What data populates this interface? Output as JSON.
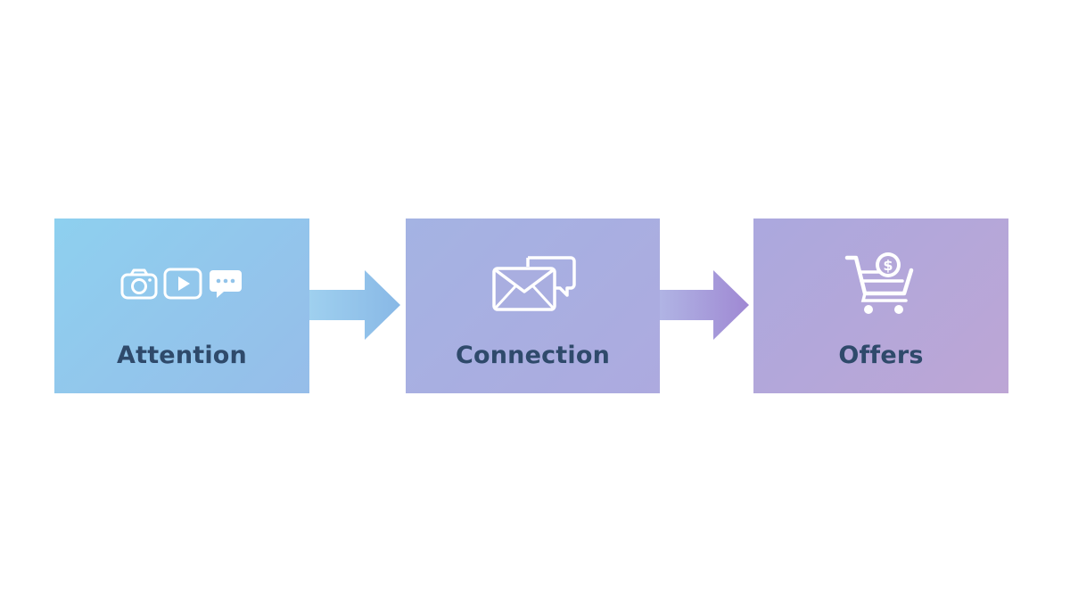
{
  "steps": [
    {
      "label": "Attention",
      "icons": [
        "camera-icon",
        "play-icon",
        "chat-bubble-icon"
      ]
    },
    {
      "label": "Connection",
      "icons": [
        "mail-chat-icon"
      ]
    },
    {
      "label": "Offers",
      "icons": [
        "cart-dollar-icon"
      ]
    }
  ],
  "colors": {
    "label": "#2f4a6b",
    "step_1": "#92c6ec",
    "step_2": "#a8afe1",
    "step_3": "#b4a7d9",
    "arrow_1": "#8fbde6",
    "arrow_2": "#a793d6"
  }
}
